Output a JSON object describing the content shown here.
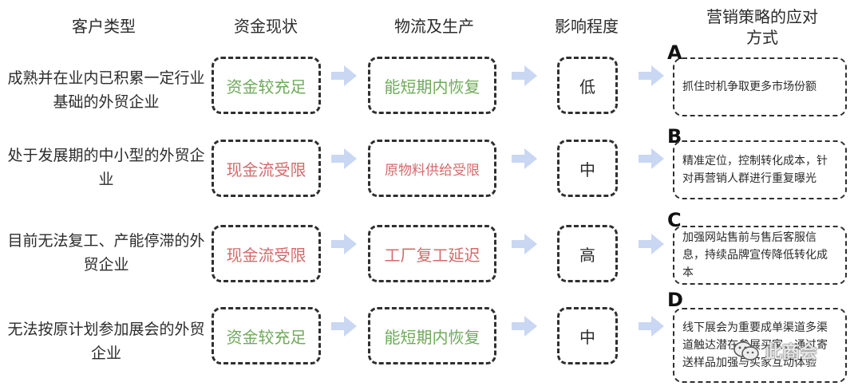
{
  "headers": {
    "customer_type": "客户类型",
    "funds_status": "资金现状",
    "logistics": "物流及生产",
    "impact": "影响程度",
    "strategy": "营销策略的应对方式"
  },
  "rows": [
    {
      "customer": "成熟并在业内已积累一定行业基础的外贸企业",
      "funds": "资金较充足",
      "logistics": "能短期内恢复",
      "impact": "低",
      "letter": "A",
      "strategy": "抓住时机争取更多市场份额"
    },
    {
      "customer": "处于发展期的中小型的外贸企业",
      "funds": "现金流受限",
      "logistics": "原物料供给受限",
      "impact": "中",
      "letter": "B",
      "strategy": "精准定位，控制转化成本，针对再营销人群进行重复曝光"
    },
    {
      "customer": "目前无法复工、产能停滞的外贸企业",
      "funds": "现金流受限",
      "logistics": "工厂复工延迟",
      "impact": "高",
      "letter": "C",
      "strategy": "加强网站售前与售后客服信息，持续品牌宣传降低转化成本"
    },
    {
      "customer": "无法按原计划参加展会的外贸企业",
      "funds": "资金较充足",
      "logistics": "能短期内恢复",
      "impact": "中",
      "letter": "D",
      "strategy": "线下展会为重要成单渠道多渠道触达潜在参展买家，通过寄送样品加强与买家互动体验"
    }
  ],
  "colors": {
    "positive": "#6eaa5a",
    "negative": "#d46a6a",
    "arrow": "#c9d7f2"
  },
  "watermark": {
    "text": "此商会"
  }
}
